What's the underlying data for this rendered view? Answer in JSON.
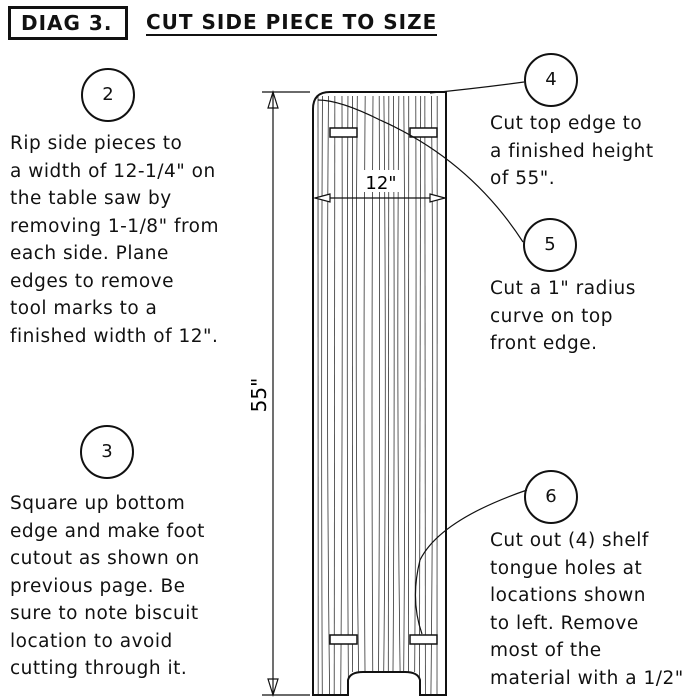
{
  "header": {
    "diagram_label": "DIAG 3.",
    "title": "CUT SIDE PIECE TO SIZE"
  },
  "dimensions": {
    "height": "55\"",
    "width": "12\""
  },
  "steps": [
    {
      "number": "2",
      "lines": [
        "Rip side pieces to",
        "a width of 12-1/4\" on",
        "the table saw by",
        "removing 1-1/8\" from",
        "each side. Plane",
        "edges to remove",
        "tool marks to a",
        "finished width of 12\"."
      ]
    },
    {
      "number": "3",
      "lines": [
        "Square up bottom",
        "edge and make foot",
        "cutout as shown on",
        "previous page.  Be",
        "sure to note biscuit",
        "location to avoid",
        "cutting through it."
      ]
    },
    {
      "number": "4",
      "lines": [
        "Cut top edge to",
        "a finished height",
        "of 55\"."
      ]
    },
    {
      "number": "5",
      "lines": [
        "Cut a 1\" radius",
        "curve on top",
        "front edge."
      ]
    },
    {
      "number": "6",
      "lines": [
        "Cut out (4) shelf",
        "tongue holes at",
        "locations shown",
        "to left. Remove",
        "most of the",
        "material with a 1/2\""
      ]
    }
  ]
}
